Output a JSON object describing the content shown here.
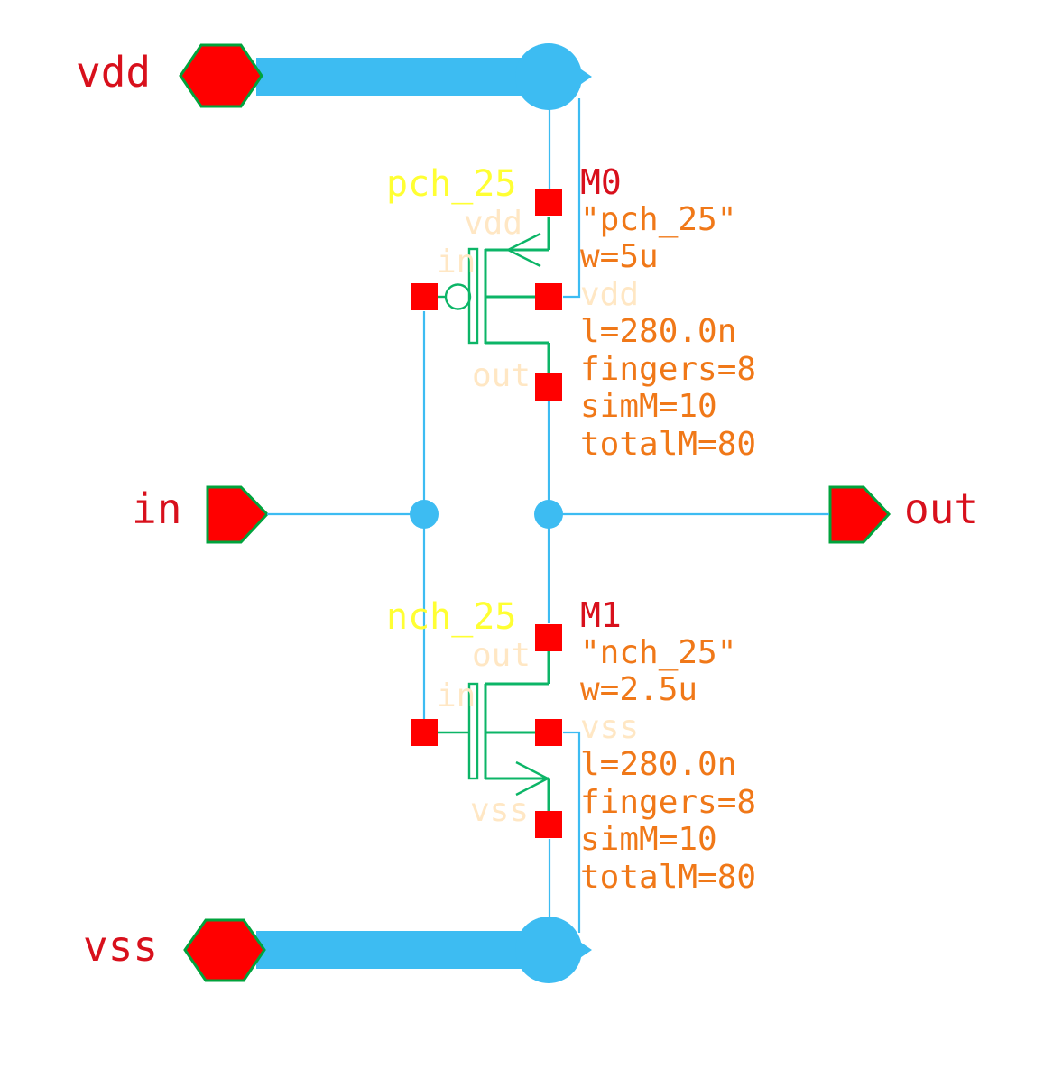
{
  "schematic": {
    "tool": "schematic-editor",
    "colors": {
      "background": "#ffffff",
      "wire": "#3dbcf2",
      "device": "#0cb567",
      "pin": "#ff0000",
      "pin-border": "#00a33c",
      "port-label": "#d8101c",
      "instance-name": "#d8101c",
      "cell-label": "#ffff33",
      "param-text": "#f07818",
      "net-label": "#ffe7c4"
    },
    "ports": {
      "vdd": {
        "label": "vdd",
        "shape": "hexagon"
      },
      "in": {
        "label": "in",
        "shape": "pentagon"
      },
      "out": {
        "label": "out",
        "shape": "pentagon"
      },
      "vss": {
        "label": "vss",
        "shape": "hexagon"
      }
    },
    "devices": {
      "m0": {
        "name": "M0",
        "cell": "pch_25",
        "model": "\"pch_25\"",
        "width": "w=5u",
        "length": "l=280.0n",
        "fingers": "fingers=8",
        "simM": "simM=10",
        "totalM": "totalM=80",
        "pins": {
          "gate": "in",
          "source": "vdd",
          "drain": "out",
          "bulk": "vdd"
        }
      },
      "m1": {
        "name": "M1",
        "cell": "nch_25",
        "model": "\"nch_25\"",
        "width": "w=2.5u",
        "length": "l=280.0n",
        "fingers": "fingers=8",
        "simM": "simM=10",
        "totalM": "totalM=80",
        "pins": {
          "gate": "in",
          "drain": "out",
          "source": "vss",
          "bulk": "vss"
        }
      }
    }
  }
}
